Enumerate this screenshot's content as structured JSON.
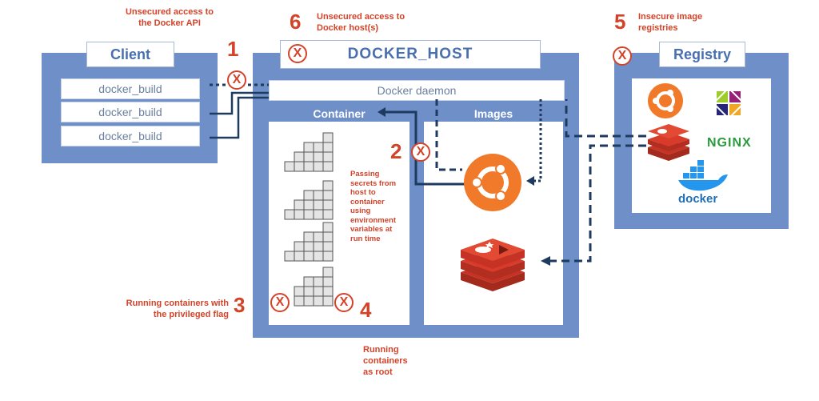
{
  "client": {
    "title": "Client",
    "builds": [
      "docker_build",
      "docker_build",
      "docker_build"
    ]
  },
  "host": {
    "title": "DOCKER_HOST",
    "daemon": "Docker daemon",
    "container_label": "Container",
    "images_label": "Images"
  },
  "registry": {
    "title": "Registry",
    "logos": [
      "ubuntu-logo",
      "centos-logo",
      "redis-logo",
      "nginx-logo",
      "docker-logo"
    ],
    "nginx_text": "NGINX",
    "docker_text": "docker"
  },
  "risks": {
    "r1": {
      "num": "1",
      "text_line1": "Unsecured access to",
      "text_line2": "the Docker API"
    },
    "r2": {
      "num": "2",
      "text": "Passing secrets from host to container using environment variables at run time"
    },
    "r3": {
      "num": "3",
      "text_line1": "Running containers with",
      "text_line2": "the privileged flag"
    },
    "r4": {
      "num": "4",
      "text_line1": "Running",
      "text_line2": "containers",
      "text_line3": "as root"
    },
    "r5": {
      "num": "5",
      "text_line1": "Insecure image",
      "text_line2": "registries"
    },
    "r6": {
      "num": "6",
      "text_line1": "Unsecured access to",
      "text_line2": "Docker host(s)"
    }
  },
  "x_mark": "X",
  "colors": {
    "accent_red": "#d2432a",
    "frame_blue": "#6e8fc8",
    "line_navy": "#1f3a5f",
    "ubuntu_orange": "#f07a2a",
    "redis_red": "#d83b2a"
  }
}
